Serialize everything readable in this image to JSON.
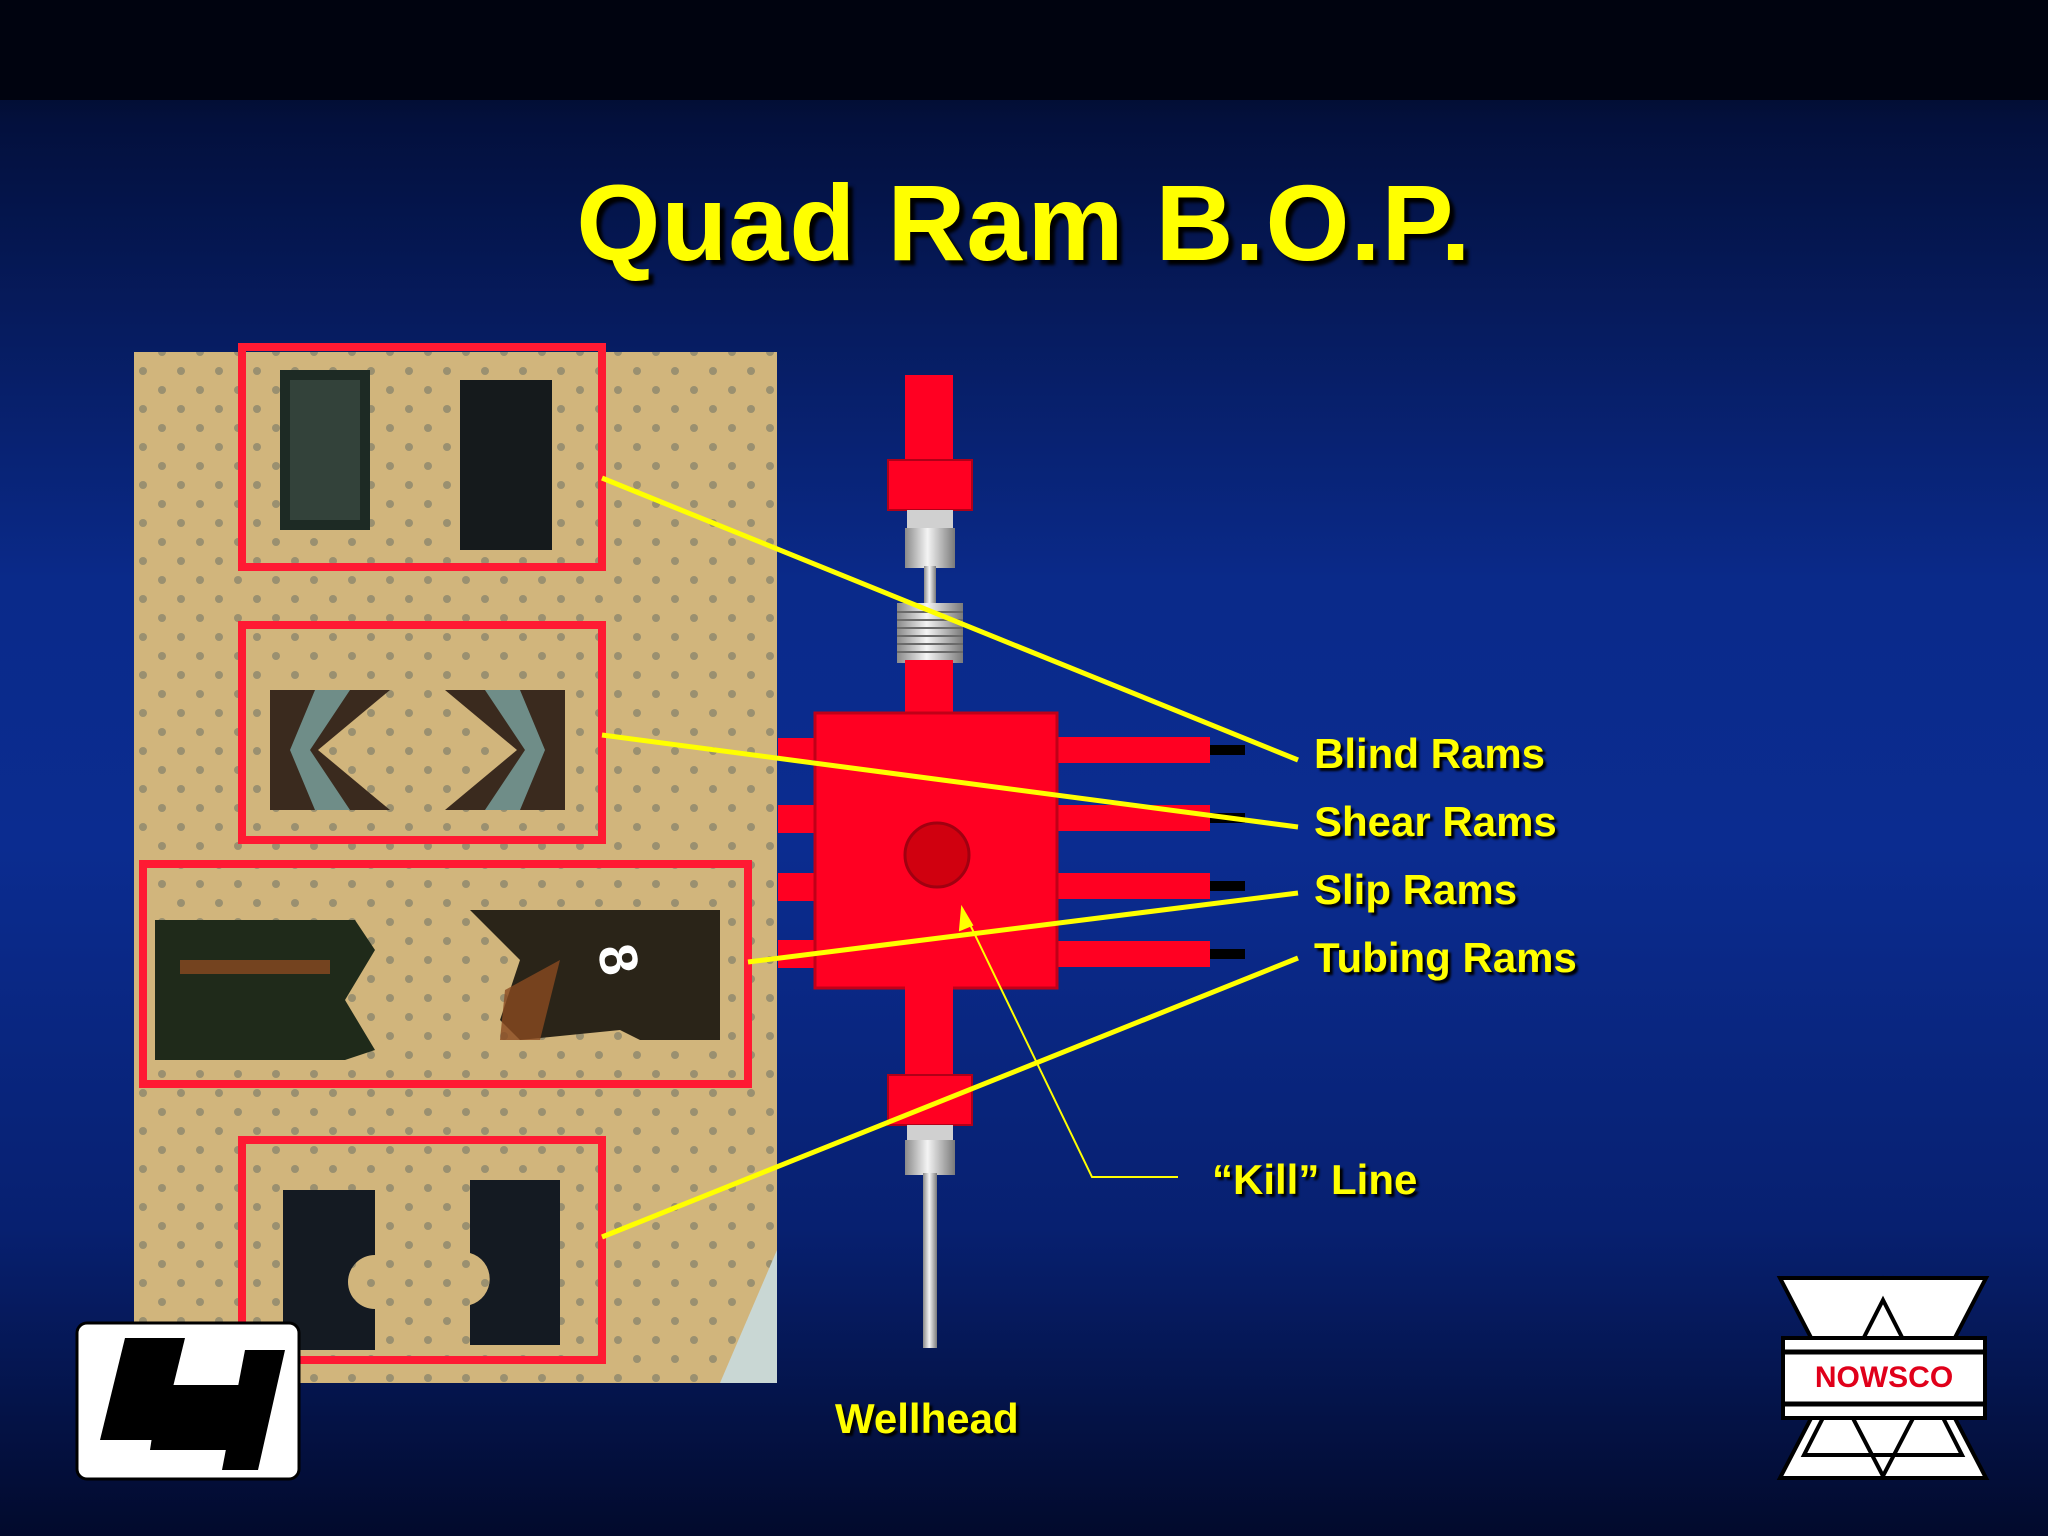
{
  "slide": {
    "title": "Quad Ram B.O.P."
  },
  "rams": {
    "blind": "Blind Rams",
    "shear": "Shear Rams",
    "slip": "Slip Rams",
    "tubing": "Tubing Rams"
  },
  "kill_line": "“Kill” Line",
  "wellhead": "Wellhead",
  "logos": {
    "left": "bj",
    "right": "NOWSCO"
  },
  "colors": {
    "title": "#ffff00",
    "bop_body": "#ff0022",
    "highlight_box": "#ff1a33",
    "leader_line": "#ffff00",
    "background": "#0a2a8a"
  }
}
